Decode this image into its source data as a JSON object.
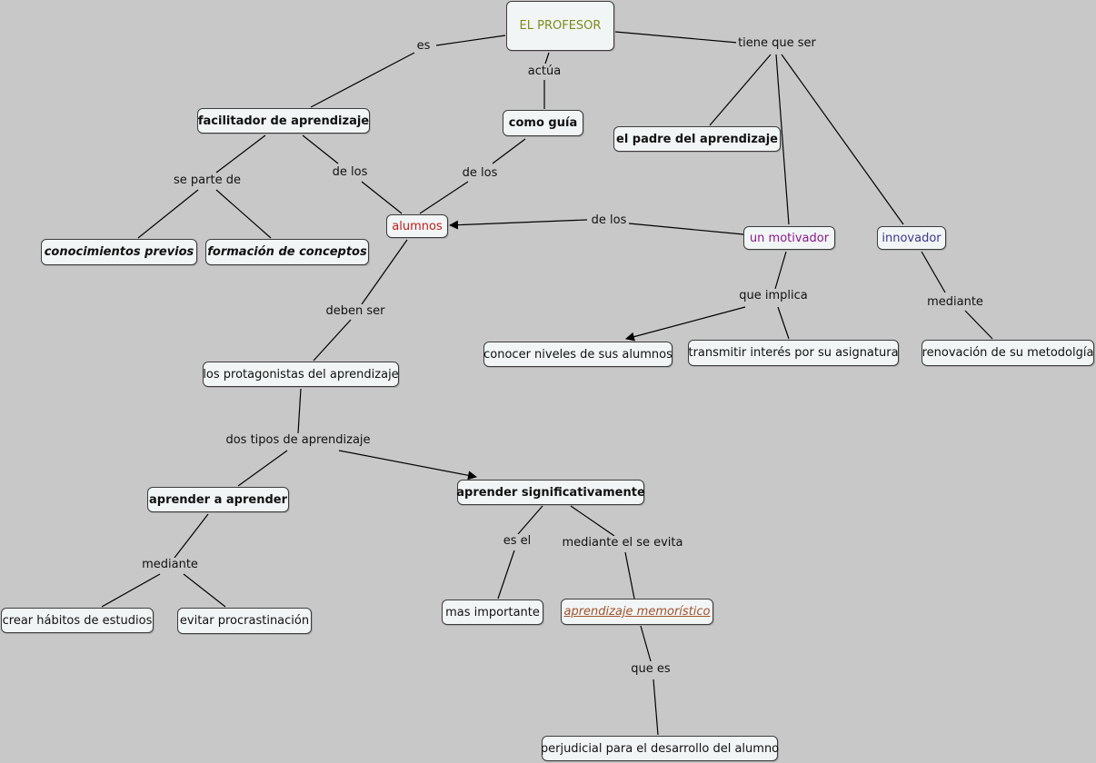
{
  "concepts": {
    "profesor": "EL PROFESOR",
    "facilitador": "facilitador de aprendizaje",
    "como_guia": "como guía",
    "padre": "el padre del aprendizaje",
    "conocimientos": "conocimientos previos",
    "formacion": "formación de conceptos",
    "alumnos": "alumnos",
    "motivador": "un motivador",
    "innovador": "innovador",
    "conocer_niveles": "conocer niveles de sus alumnos",
    "transmitir": "transmitir interés por su asignatura",
    "renovacion": "renovación de su metodolgía",
    "protagonistas": "los protagonistas del aprendizaje",
    "aprender_aprender": "aprender a aprender",
    "aprender_signif": "aprender significativamente",
    "crear_habitos": "crear hábitos de estudios",
    "evitar_procr": "evitar procrastinación",
    "mas_importante": "mas importante",
    "memoristico": "aprendizaje memorístico",
    "perjudicial": "perjudicial para el desarrollo del alumno"
  },
  "linking_phrases": {
    "es": "es",
    "actua": "actúa",
    "tiene_que_ser": "tiene que ser",
    "se_parte_de": "se parte de",
    "de_los_1": "de los",
    "de_los_2": "de los",
    "de_los_3": "de los",
    "que_implica": "que implica",
    "mediante_1": "mediante",
    "deben_ser": "deben ser",
    "dos_tipos": "dos tipos de aprendizaje",
    "mediante_2": "mediante",
    "es_el": "es el",
    "mediante_evita": "mediante el se evita",
    "que_es": "que es"
  },
  "colors": {
    "background": "#c8c8c8",
    "node_fill": "#f2f5f5",
    "root_text": "#7a8c1a",
    "alumnos_text": "#c21b1b",
    "motivador_text": "#8a1a8a",
    "innovador_text": "#3a3a8a",
    "link_text": "#a0522d"
  }
}
